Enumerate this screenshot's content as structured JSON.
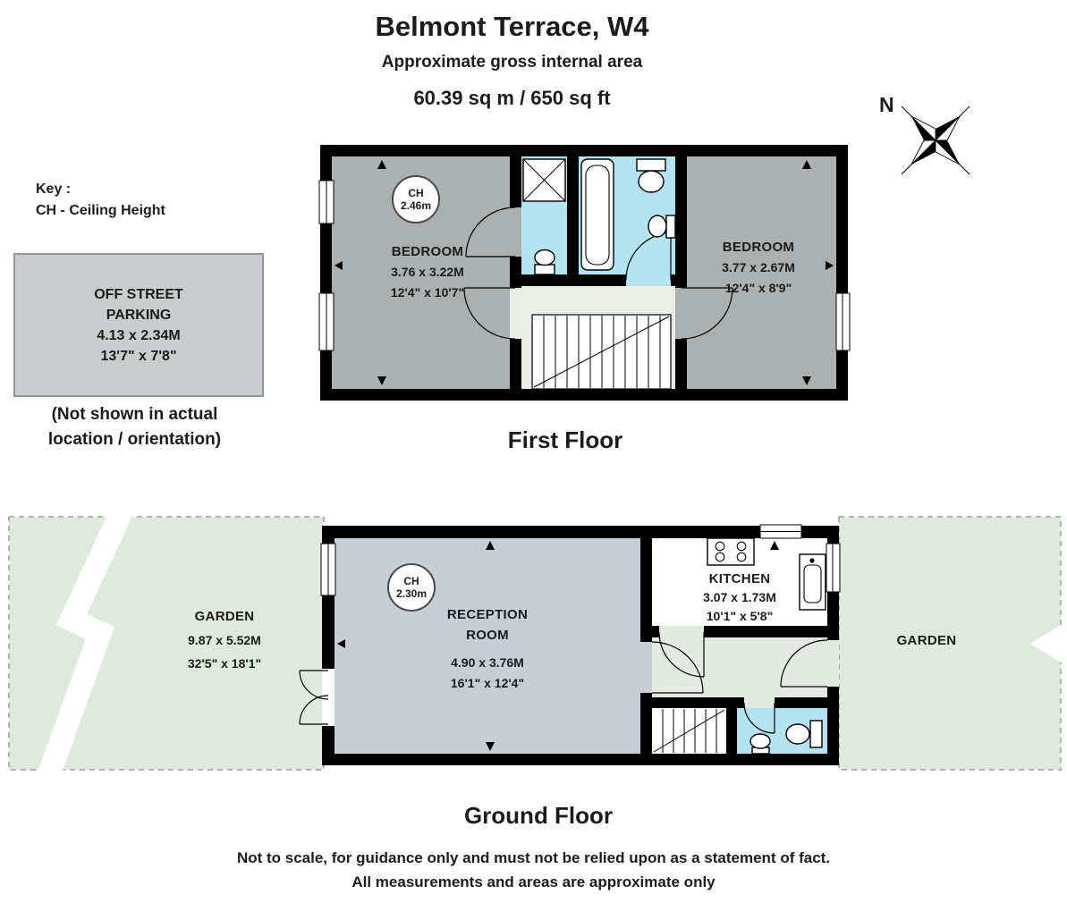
{
  "colors": {
    "wall": "#000000",
    "bedroom_fill": "#abb0b0",
    "bathroom_fill": "#b5e3f2",
    "landing_fill": "#e9efe6",
    "reception_fill": "#c6cfd7",
    "hall_fill": "#e3eae2",
    "garden_fill": "#dcebdb",
    "garden_border": "#9aa8a0",
    "parking_fill": "#c9cdcd",
    "parking_border": "#8e9898",
    "text": "#1c1c1c"
  },
  "header": {
    "title": "Belmont Terrace, W4",
    "subtitle": "Approximate gross internal area",
    "area": "60.39 sq m /  650 sq ft"
  },
  "compass": {
    "north_label": "N"
  },
  "key": {
    "title": "Key :",
    "ceiling_height": "CH - Ceiling Height"
  },
  "parking": {
    "line1": "OFF STREET",
    "line2": "PARKING",
    "metric": "4.13 x 2.34M",
    "imperial": "13'7\" x 7'8\""
  },
  "parking_note": {
    "line1": "(Not shown in actual",
    "line2": "location / orientation)"
  },
  "first_floor": {
    "title": "First Floor",
    "ceiling_height": {
      "line1": "CH",
      "line2": "2.46m"
    },
    "bedroom_left": {
      "name": "BEDROOM",
      "metric": "3.76 x 3.22M",
      "imperial": "12'4\" x 10'7\""
    },
    "bedroom_right": {
      "name": "BEDROOM",
      "metric": "3.77 x 2.67M",
      "imperial": "12'4\" x 8'9\""
    }
  },
  "ground_floor": {
    "title": "Ground Floor",
    "ceiling_height": {
      "line1": "CH",
      "line2": "2.30m"
    },
    "garden_left": {
      "name": "GARDEN",
      "metric": "9.87 x 5.52M",
      "imperial": "32'5\" x 18'1\""
    },
    "reception": {
      "line1": "RECEPTION",
      "line2": "ROOM",
      "metric": "4.90 x 3.76M",
      "imperial": "16'1\" x 12'4\""
    },
    "kitchen": {
      "name": "KITCHEN",
      "metric": "3.07 x 1.73M",
      "imperial": "10'1\" x 5'8\""
    },
    "garden_right": {
      "name": "GARDEN"
    }
  },
  "footer": {
    "line1": "Not to scale, for guidance only and must not be relied upon as a statement of fact.",
    "line2": "All measurements and areas are approximate only"
  }
}
